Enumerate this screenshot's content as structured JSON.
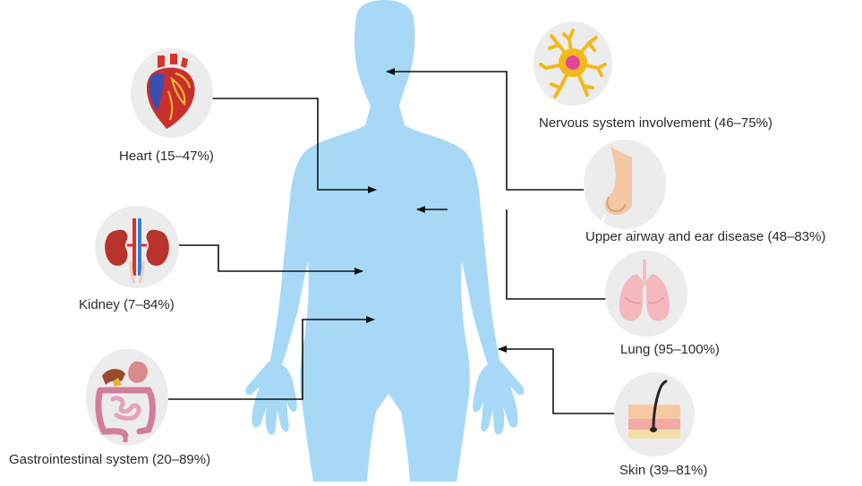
{
  "colors": {
    "body": "#a7d9f7",
    "circle": "#ececec",
    "arrow": "#111111",
    "text": "#2a2a2a"
  },
  "organs": [
    {
      "id": "heart",
      "icon": "heart-icon",
      "label": "Heart (15–47%)"
    },
    {
      "id": "kidney",
      "icon": "kidney-icon",
      "label": "Kidney (7–84%)"
    },
    {
      "id": "gi",
      "icon": "intestine-icon",
      "label": "Gastrointestinal system (20–89%)"
    },
    {
      "id": "nervous",
      "icon": "neuron-icon",
      "label": "Nervous system involvement (46–75%)"
    },
    {
      "id": "airway",
      "icon": "nose-icon",
      "label": "Upper airway and ear disease (48–83%)"
    },
    {
      "id": "lung",
      "icon": "lung-icon",
      "label": "Lung (95–100%)"
    },
    {
      "id": "skin",
      "icon": "skin-hair-icon",
      "label": "Skin (39–81%)"
    }
  ]
}
